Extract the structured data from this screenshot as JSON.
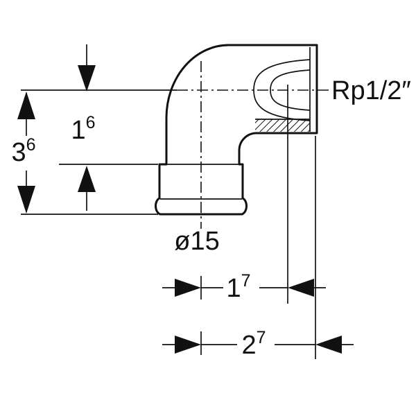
{
  "drawing": {
    "type": "technical-dimension-drawing",
    "background": "#ffffff",
    "line_color": "#111111",
    "dimensions": {
      "left_outer_main": "3",
      "left_outer_sup": "6",
      "left_inner_main": "1",
      "left_inner_sup": "6",
      "diameter_label": "ø15",
      "bottom_inner_main": "1",
      "bottom_inner_sup": "7",
      "bottom_outer_main": "2",
      "bottom_outer_sup": "7",
      "thread_label": "Rp1/2″"
    }
  }
}
